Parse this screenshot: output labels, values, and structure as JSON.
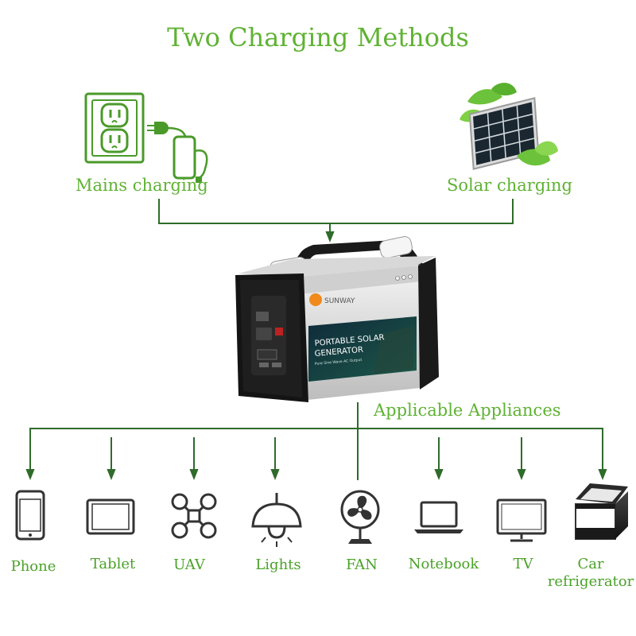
{
  "title": "Two Charging Methods",
  "charging": {
    "mains_label": "Mains charging",
    "solar_label": "Solar charging"
  },
  "generator": {
    "brand": "SUNWAY",
    "panel_line1": "PORTABLE SOLAR",
    "panel_line2": "GENERATOR",
    "panel_subtext": "Pure Sine Wave AC Output"
  },
  "appliances_heading": "Applicable Appliances",
  "appliances": [
    {
      "label": "Phone",
      "icon": "phone-icon"
    },
    {
      "label": "Tablet",
      "icon": "tablet-icon"
    },
    {
      "label": "UAV",
      "icon": "drone-icon"
    },
    {
      "label": "Lights",
      "icon": "lamp-icon"
    },
    {
      "label": "FAN",
      "icon": "fan-icon"
    },
    {
      "label": "Notebook",
      "icon": "laptop-icon"
    },
    {
      "label": "TV",
      "icon": "tv-icon"
    },
    {
      "label": "Car refrigerator",
      "icon": "car-fridge-icon"
    }
  ],
  "colors": {
    "text_green": "#5fb233",
    "line_green": "#2f6b2a",
    "icon_dark": "#333333"
  }
}
